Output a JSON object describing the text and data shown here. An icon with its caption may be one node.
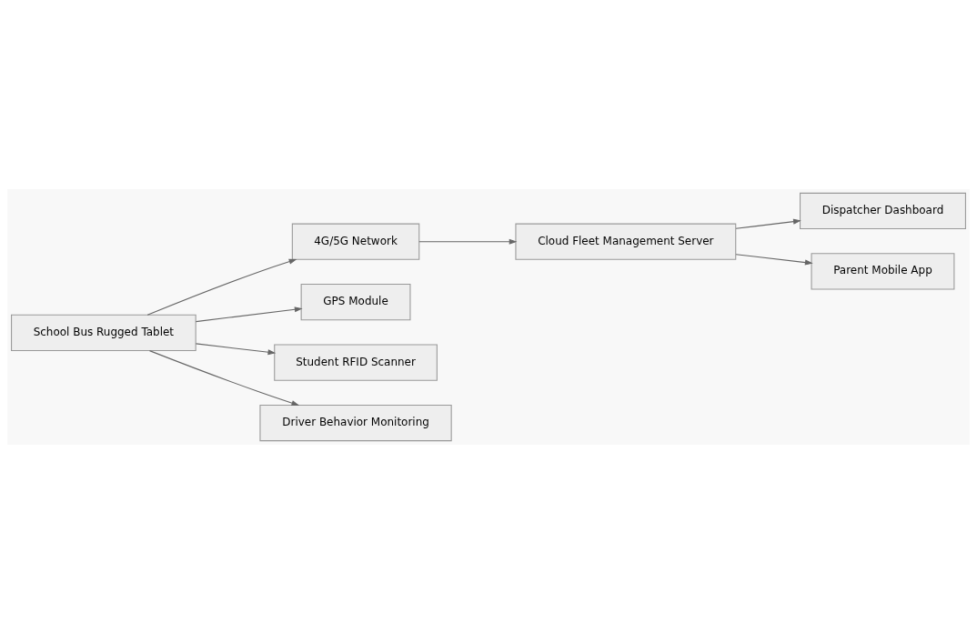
{
  "diagram": {
    "nodes": [
      {
        "text": [
          "School Bus Rugged Tablet"
        ]
      },
      {
        "text": [
          "4G/5G Network"
        ]
      },
      {
        "text": [
          "GPS Module"
        ]
      },
      {
        "text": [
          "Student RFID Scanner"
        ]
      },
      {
        "text": [
          "Driver Behavior Monitoring"
        ]
      },
      {
        "text": [
          "Cloud Fleet Management Server"
        ]
      },
      {
        "text": [
          "Dispatcher Dashboard"
        ]
      },
      {
        "text": [
          "Parent Mobile App"
        ]
      }
    ],
    "edges": [
      {
        "from": 0,
        "to": 1,
        "arrow": "to"
      },
      {
        "from": 0,
        "to": 2,
        "arrow": "to"
      },
      {
        "from": 0,
        "to": 3,
        "arrow": "to"
      },
      {
        "from": 0,
        "to": 4,
        "arrow": "to"
      },
      {
        "from": 1,
        "to": 5,
        "arrow": "to"
      },
      {
        "from": 5,
        "to": 6,
        "arrow": "to"
      },
      {
        "from": 5,
        "to": 7,
        "arrow": "to"
      }
    ]
  }
}
